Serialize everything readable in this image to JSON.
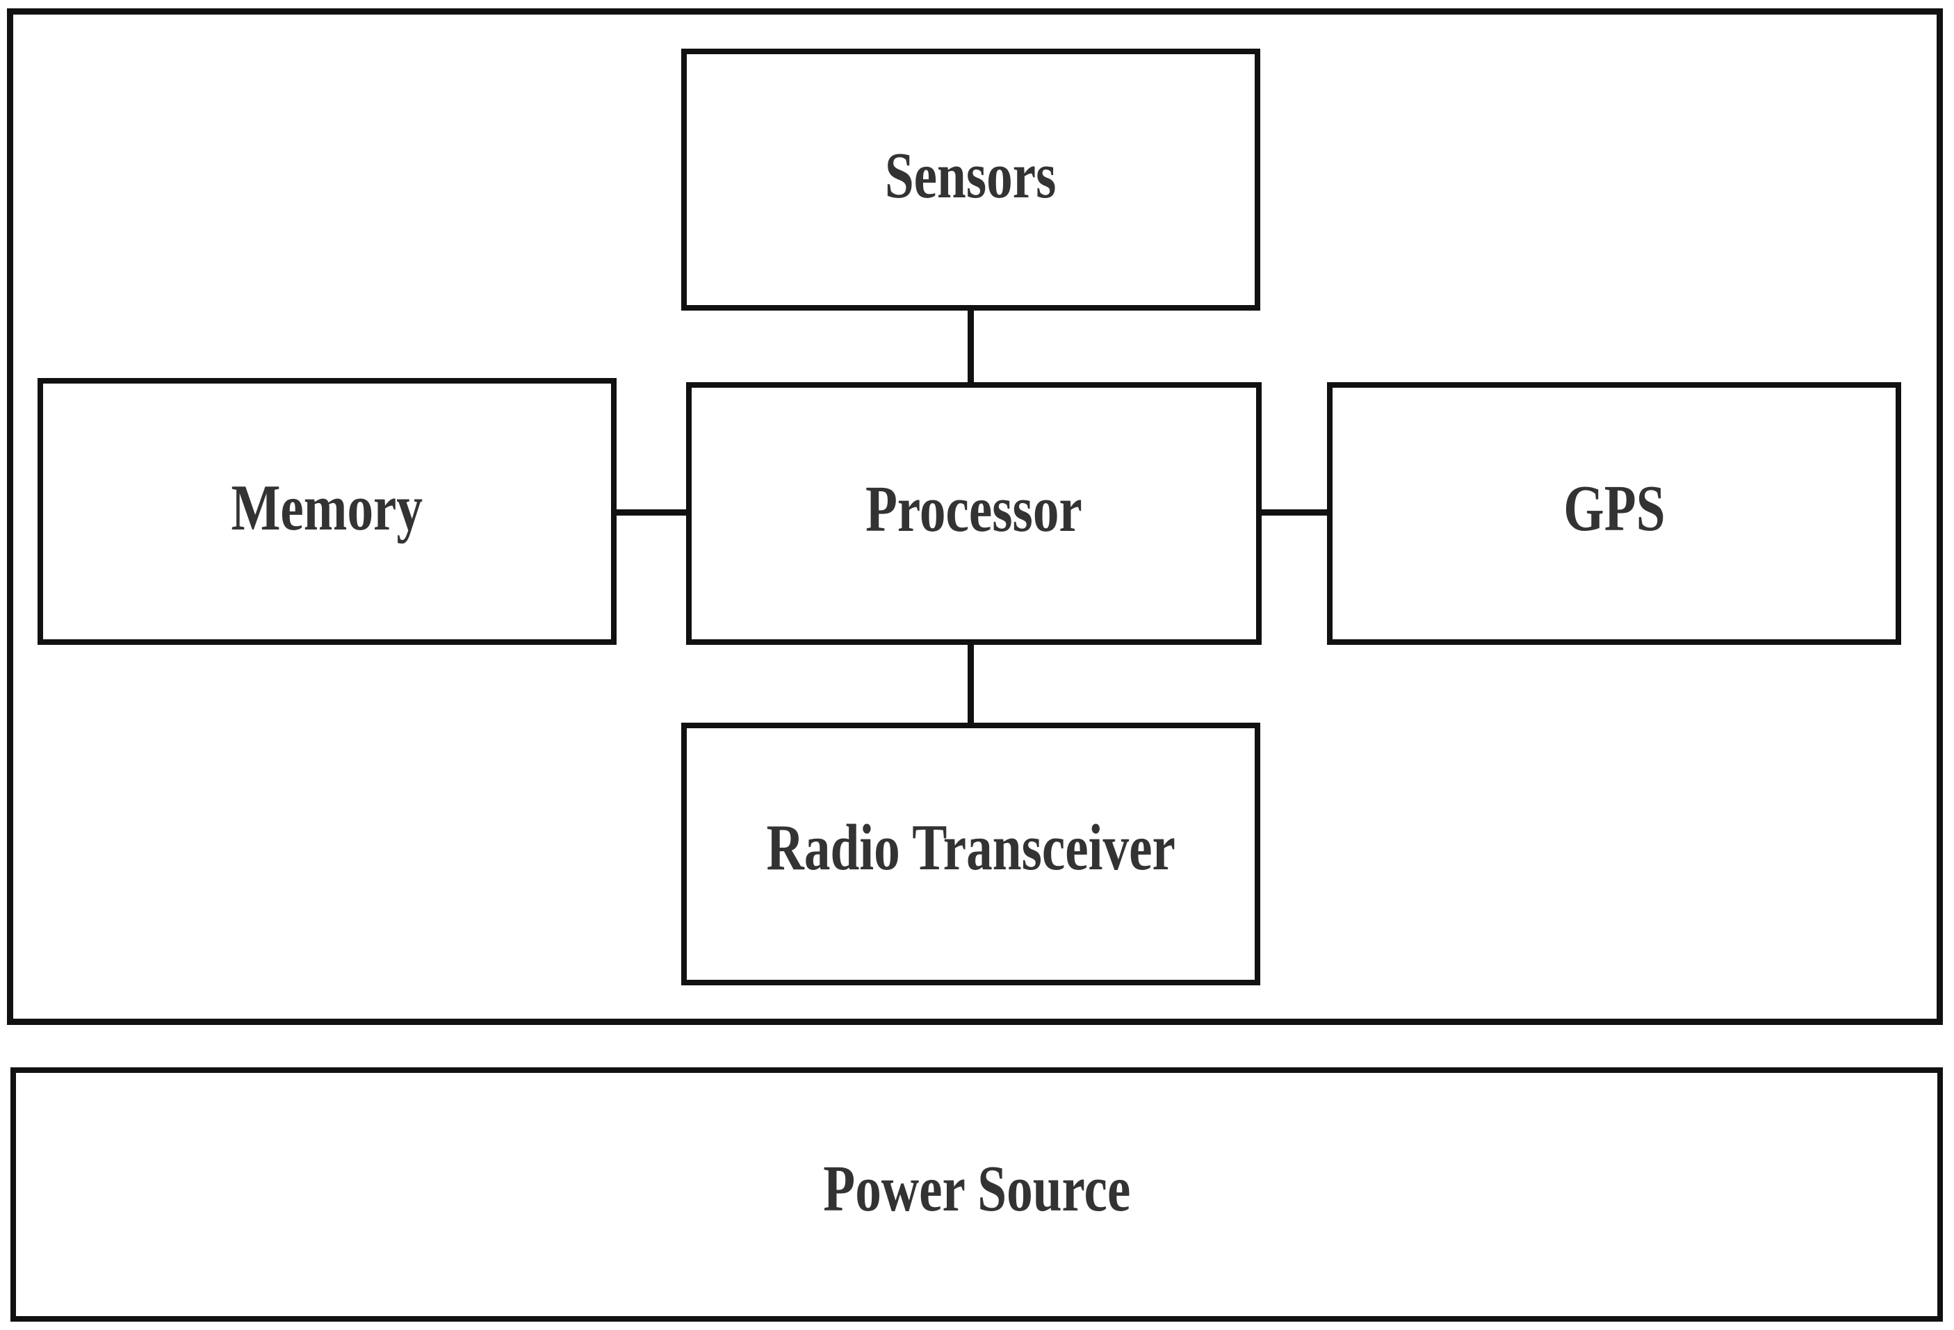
{
  "diagram": {
    "title": "",
    "colors": {
      "stroke": "#111111",
      "text": "#333333",
      "background": "#ffffff"
    },
    "housing": {
      "label": "",
      "name": "device-housing"
    },
    "nodes": [
      {
        "id": "sensors",
        "label": "Sensors"
      },
      {
        "id": "memory",
        "label": "Memory"
      },
      {
        "id": "processor",
        "label": "Processor"
      },
      {
        "id": "gps",
        "label": "GPS"
      },
      {
        "id": "radio",
        "label": "Radio Transceiver"
      },
      {
        "id": "power",
        "label": "Power Source"
      }
    ],
    "connections": [
      {
        "from": "sensors",
        "to": "processor",
        "orientation": "vertical"
      },
      {
        "from": "memory",
        "to": "processor",
        "orientation": "horizontal"
      },
      {
        "from": "processor",
        "to": "gps",
        "orientation": "horizontal"
      },
      {
        "from": "processor",
        "to": "radio",
        "orientation": "vertical"
      }
    ]
  }
}
